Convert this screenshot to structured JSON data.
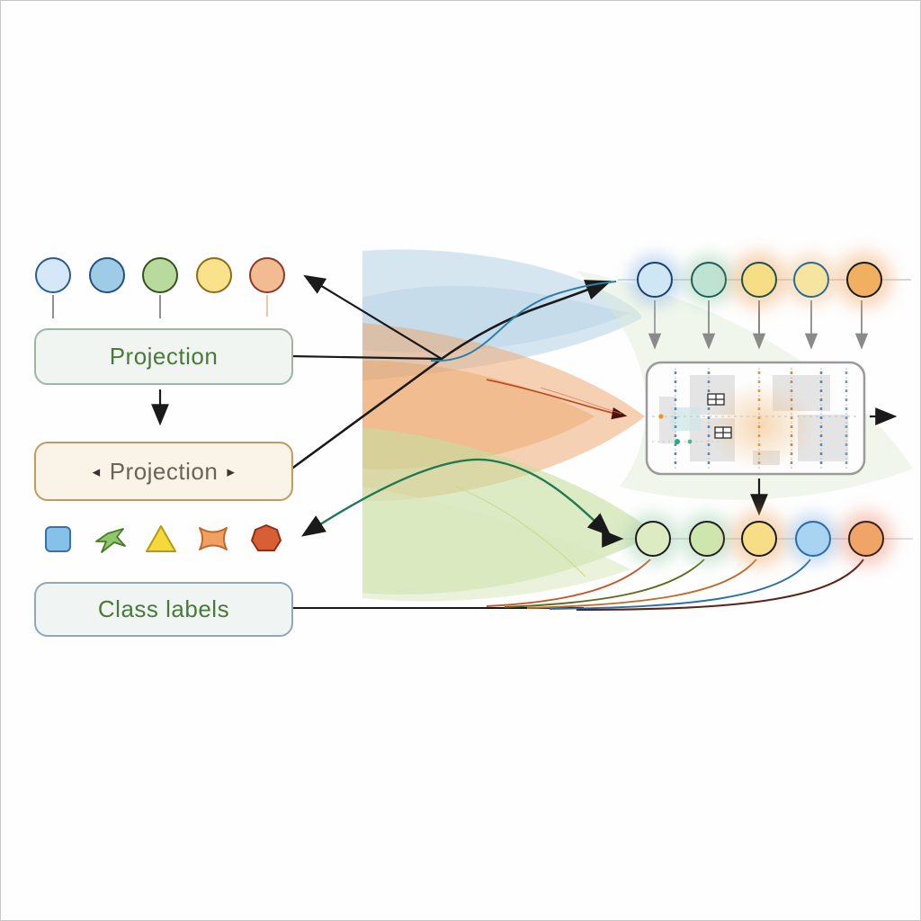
{
  "diagram": {
    "left_panel": {
      "input_tokens": [
        {
          "name": "input-token-1",
          "fill": "#d6e8f7",
          "border": "#2a5d8f"
        },
        {
          "name": "input-token-2",
          "fill": "#9ecbe6",
          "border": "#23507c"
        },
        {
          "name": "input-token-3",
          "fill": "#b8da9c",
          "border": "#33511f"
        },
        {
          "name": "input-token-4",
          "fill": "#fae28d",
          "border": "#8a6d1a"
        },
        {
          "name": "input-token-5",
          "fill": "#f2bb92",
          "border": "#8b3a2a"
        }
      ],
      "projection_box_top": {
        "label": "Projection",
        "text_color": "#4a7a3a",
        "fill": "#f1f5f1",
        "border": "#9db4a6"
      },
      "projection_box_mid": {
        "label": "Projection",
        "left_glyph": "◂",
        "right_glyph": "▸",
        "text_color": "#6b625c",
        "fill": "#faf3e7",
        "border": "#c49a5f"
      },
      "class_marker_shapes": [
        {
          "name": "blue-rounded-square-icon",
          "fill": "#85c1e8",
          "border": "#3a72a8"
        },
        {
          "name": "green-arrow-marker-icon",
          "fill": "#8ec86a",
          "border": "#4a7a2a"
        },
        {
          "name": "yellow-triangle-icon",
          "fill": "#f5d93a",
          "border": "#b89a10"
        },
        {
          "name": "orange-concave-star-icon",
          "fill": "#f0a060",
          "border": "#c06830"
        },
        {
          "name": "red-heptagon-icon",
          "fill": "#d85f35",
          "border": "#8a3018"
        }
      ],
      "class_labels_box": {
        "label": "Class labels",
        "text_color": "#4a7a3a",
        "fill": "#f0f4f2",
        "border": "#8fa8bc"
      }
    },
    "right_panel": {
      "embedded_tokens_top": [
        {
          "name": "embedded-token-1",
          "fill": "#cfe6f5",
          "border": "#1d3f6e",
          "glow": "blue"
        },
        {
          "name": "embedded-token-2",
          "fill": "#bfe3d2",
          "border": "#1f5f5a",
          "glow": "green"
        },
        {
          "name": "embedded-token-3",
          "fill": "#f7dd85",
          "border": "#1f4f4a",
          "glow": "orange"
        },
        {
          "name": "embedded-token-4",
          "fill": "#f5e5a0",
          "border": "#2a6a9a",
          "glow": "orange"
        },
        {
          "name": "embedded-token-5",
          "fill": "#f0b060",
          "border": "#1a1a1a",
          "glow": "orange"
        }
      ],
      "output_tokens_bottom": [
        {
          "name": "output-token-1",
          "fill": "#dcebc2",
          "border": "#1a1a1a",
          "glow": "green"
        },
        {
          "name": "output-token-2",
          "fill": "#cfe5ae",
          "border": "#1f1f1f",
          "glow": "green"
        },
        {
          "name": "output-token-3",
          "fill": "#f7dd85",
          "border": "#1a1a1a",
          "glow": "orange"
        },
        {
          "name": "output-token-4",
          "fill": "#a8d4f2",
          "border": "#2a6aa8",
          "glow": "blue"
        },
        {
          "name": "output-token-5",
          "fill": "#f0a468",
          "border": "#3a2018",
          "glow": "red"
        }
      ]
    },
    "flow_colors": {
      "wave_blue": "#cfe2ef",
      "wave_orange": "#edaa72",
      "wave_green": "#c6de9e",
      "arrow_black": "#1a1a1a",
      "arrow_gray": "#8a8a8a",
      "curve_teal_blue": "#2e7fa8",
      "curve_red": "#c24a20",
      "curve_green": "#1f7a52",
      "fan_curve_colors": [
        "#c4552a",
        "#5f6b1d",
        "#c2682a",
        "#2e6ea8",
        "#5a241a"
      ]
    }
  }
}
